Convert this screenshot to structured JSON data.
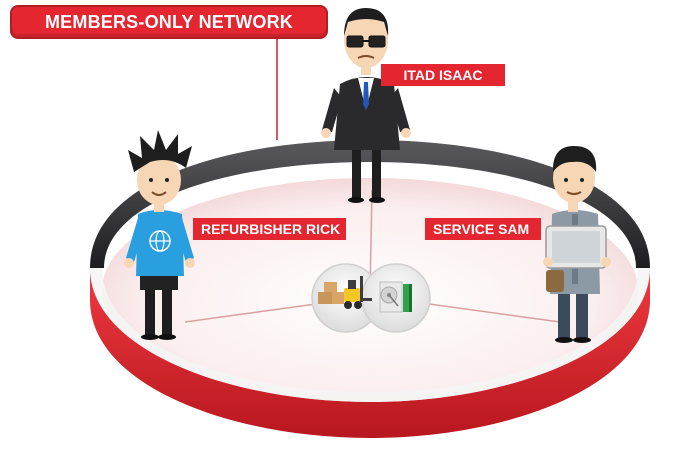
{
  "title": "MEMBERS-ONLY NETWORK",
  "members": {
    "isaac": "ITAD ISAAC",
    "rick": "REFURBISHER RICK",
    "sam": "SERVICE SAM"
  },
  "colors": {
    "brand_red": "#e3262f",
    "ring_dark": "#2a2a2c",
    "ring_red": "#d8262e"
  },
  "icons": [
    "warehouse-forklift-icon",
    "disk-drive-icon"
  ]
}
